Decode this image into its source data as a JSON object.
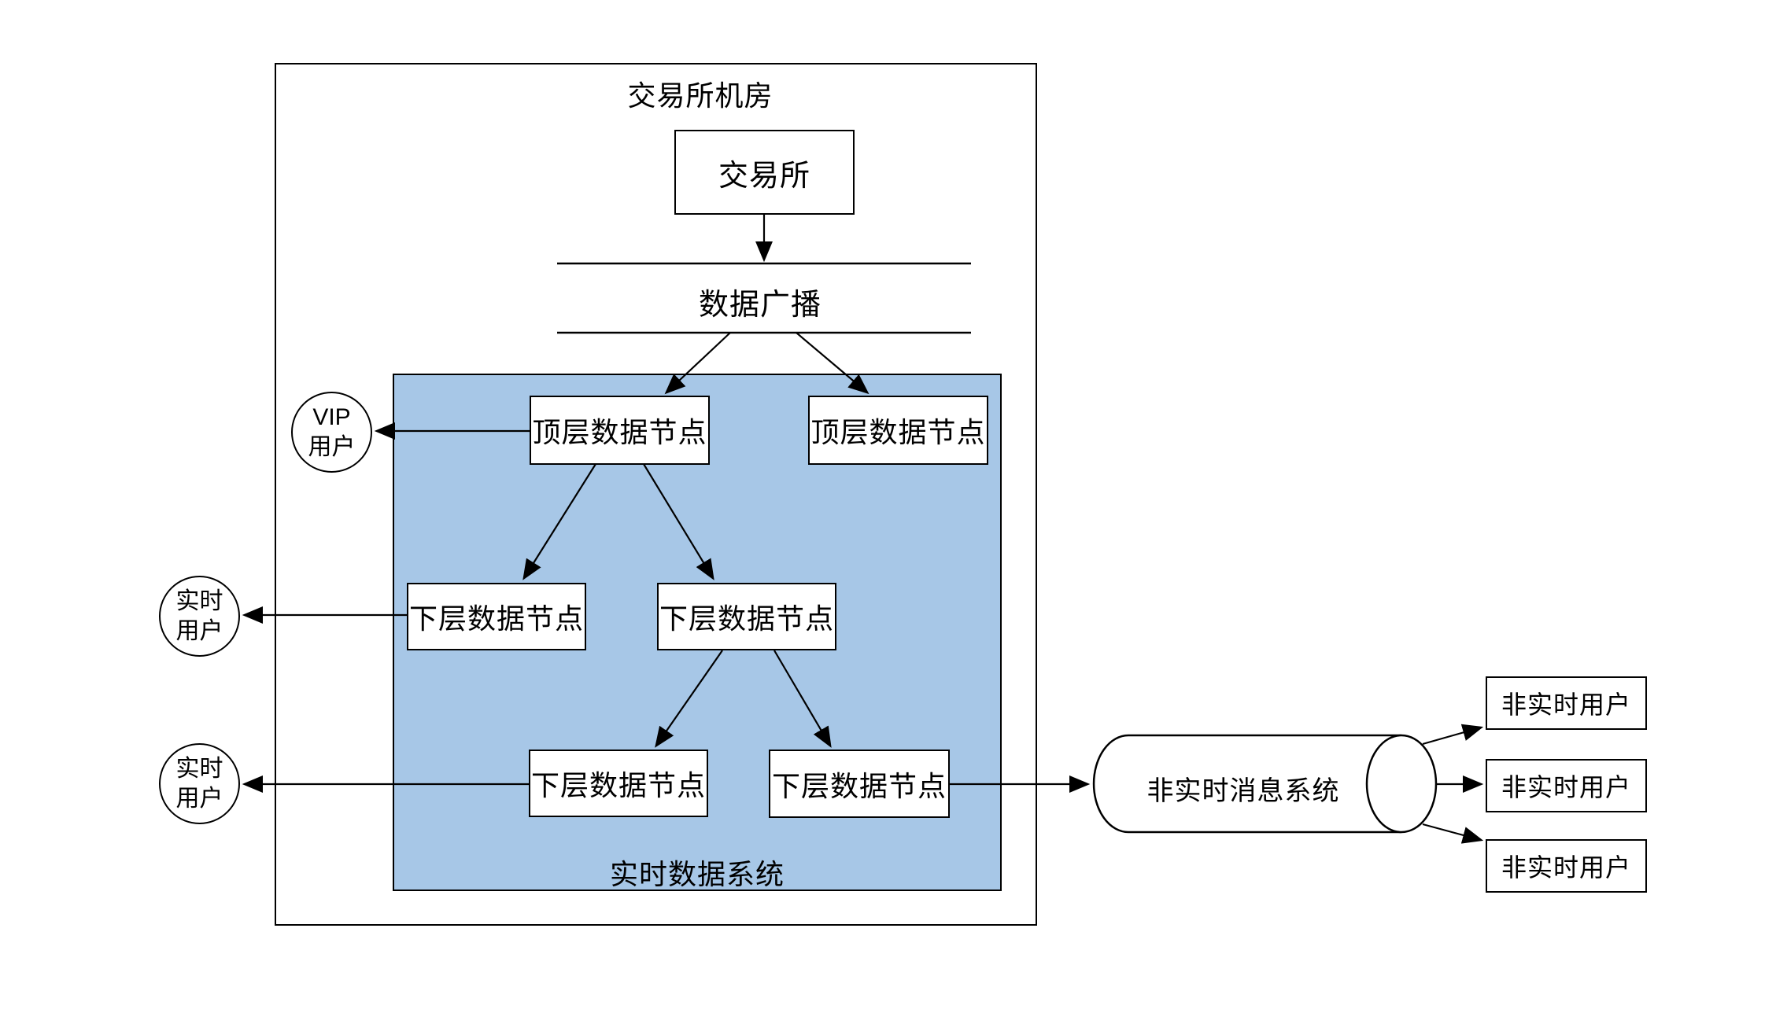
{
  "machine_room": {
    "label": "交易所机房",
    "exchange_box": "交易所",
    "broadcast_label": "数据广播",
    "realtime_system": {
      "label": "实时数据系统",
      "fill": "#a7c7e7",
      "top_nodes": [
        {
          "label": "顶层数据节点"
        },
        {
          "label": "顶层数据节点"
        }
      ],
      "mid_nodes": [
        {
          "label": "下层数据节点"
        },
        {
          "label": "下层数据节点"
        }
      ],
      "bottom_nodes": [
        {
          "label": "下层数据节点"
        },
        {
          "label": "下层数据节点"
        }
      ]
    }
  },
  "users": {
    "vip": "VIP\n用户",
    "realtime_upper": "实时\n用户",
    "realtime_lower": "实时\n用户",
    "non_realtime": [
      {
        "label": "非实时用户"
      },
      {
        "label": "非实时用户"
      },
      {
        "label": "非实时用户"
      }
    ]
  },
  "message_system": {
    "label": "非实时消息系统"
  },
  "colors": {
    "line": "#000000",
    "realtime_fill": "#a7c7e7",
    "node_fill": "#ffffff"
  }
}
